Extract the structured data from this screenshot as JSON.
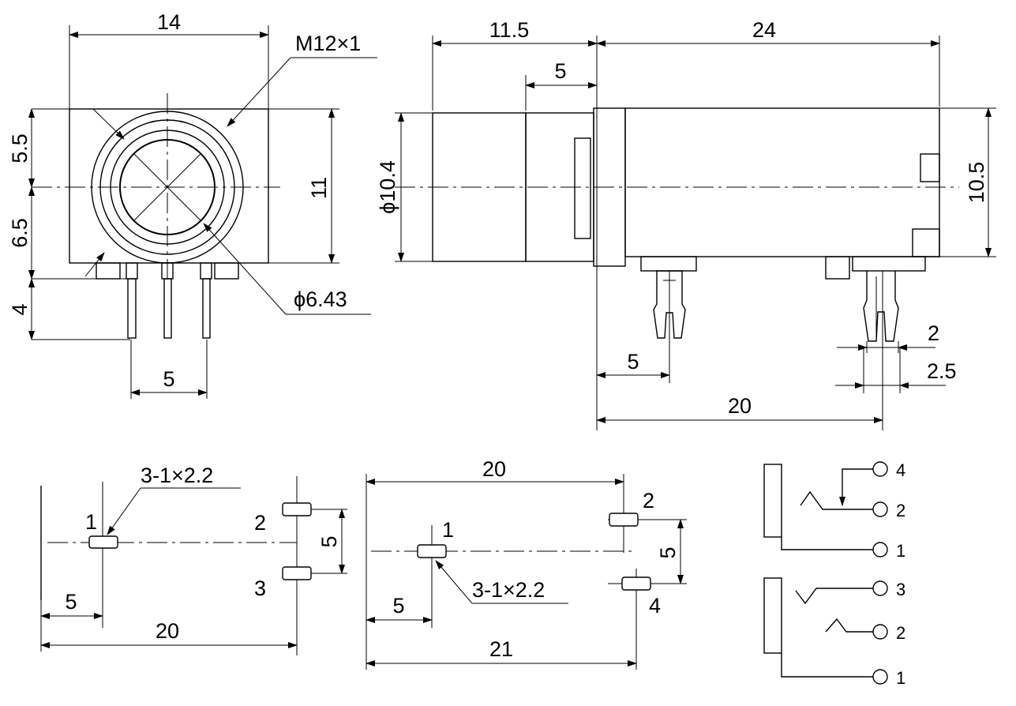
{
  "front_view": {
    "width": "14",
    "thread": "M12×1",
    "upper_offset": "5.5",
    "lower_offset": "6.5",
    "height": "11",
    "pin_length": "4",
    "bore_diameter": "ϕ6.43",
    "pin_pitch": "5"
  },
  "side_view": {
    "front_length": "11.5",
    "nut_length": "5",
    "body_length": "24",
    "front_diameter": "ϕ10.4",
    "body_height": "10.5",
    "pin_offset": "5",
    "pin_span": "20",
    "pin_thickness": "2",
    "pin_width": "2.5"
  },
  "footprint_left": {
    "hole_spec": "3-1×2.2",
    "pin_1": "1",
    "pin_2": "2",
    "pin_3": "3",
    "offset": "5",
    "pitch": "5",
    "span": "20"
  },
  "footprint_right": {
    "span_top": "20",
    "pin_1": "1",
    "pin_2": "2",
    "pin_4": "4",
    "pitch": "5",
    "hole_spec": "3-1×2.2",
    "offset": "5",
    "span_bottom": "21"
  },
  "schematic": {
    "top": {
      "terminal_a": "4",
      "terminal_b": "2",
      "terminal_c": "1"
    },
    "bottom": {
      "terminal_a": "3",
      "terminal_b": "2",
      "terminal_c": "1"
    }
  }
}
